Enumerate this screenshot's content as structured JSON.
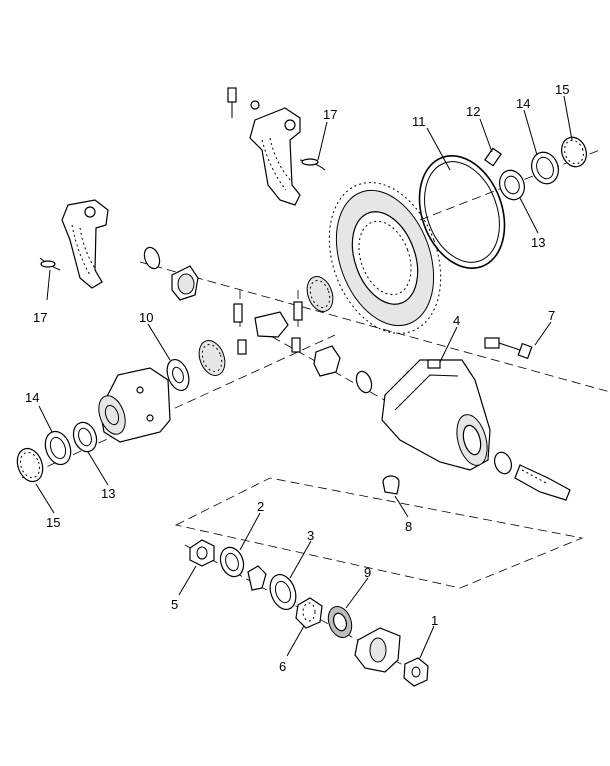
{
  "diagram": {
    "callouts": {
      "c1": "1",
      "c2": "2",
      "c3": "3",
      "c4": "4",
      "c5": "5",
      "c6": "6",
      "c7": "7",
      "c8": "8",
      "c9": "9",
      "c10": "10",
      "c11": "11",
      "c12": "12",
      "c13a": "13",
      "c13b": "13",
      "c14a": "14",
      "c14b": "14",
      "c15a": "15",
      "c15b": "15",
      "c17a": "17",
      "c17b": "17"
    }
  }
}
